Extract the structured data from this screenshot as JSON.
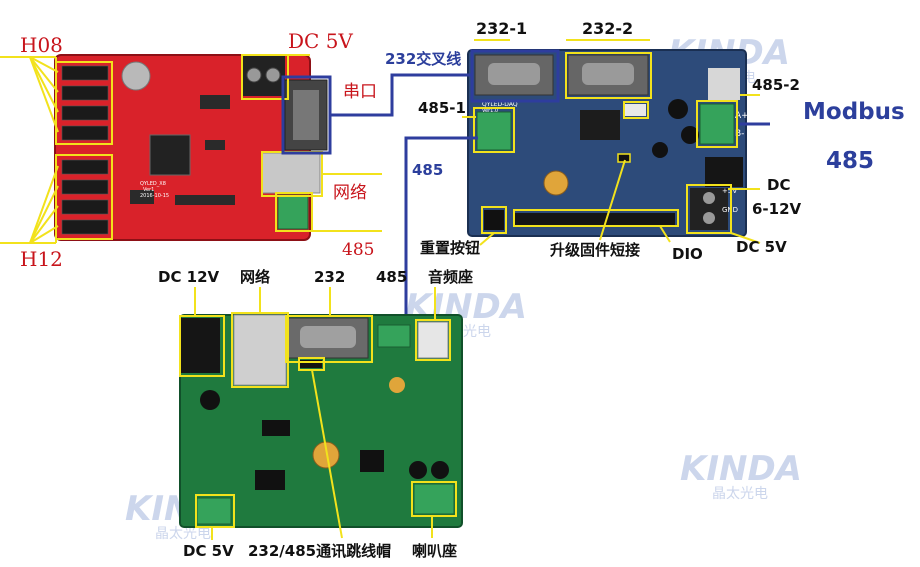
{
  "red_board": {
    "labels": {
      "h08": "H08",
      "h12": "H12",
      "dc5v": "DC 5V",
      "serial": "串口",
      "network": "网络",
      "rs485": "485"
    },
    "silk": [
      "QYLED_X8",
      "Ver1",
      "2016-10-15"
    ]
  },
  "blue_board": {
    "labels": {
      "p232_1": "232-1",
      "p232_2": "232-2",
      "p485_1": "485-1",
      "p485_2": "485-2",
      "dc": "DC",
      "dc_range": "6-12V",
      "dc5v": "DC 5V",
      "dio": "DIO",
      "reset": "重置按钮",
      "firmware": "升级固件短接",
      "plus5v": "+5V",
      "gnd": "GND",
      "a_plus": "A+",
      "b_minus": "B-"
    },
    "silk": [
      "QYLED-DAQ",
      "Ver1.0"
    ]
  },
  "green_board": {
    "labels": {
      "dc12v": "DC 12V",
      "network": "网络",
      "p232": "232",
      "p485": "485",
      "audio": "音频座",
      "dc5v": "DC 5V",
      "jumper": "232/485通讯跳线帽",
      "speaker": "喇叭座"
    }
  },
  "links": {
    "crossover": "232交叉线",
    "modbus": "Modbus",
    "modbus_485": "485",
    "link_485": "485"
  },
  "watermark": {
    "brand": "KINDA",
    "sub": "晶太光电"
  },
  "colors": {
    "link_blue": "#2e3d9e",
    "callout_yellow": "#f2e21c",
    "label_red": "#c8141b",
    "red_pcb": "#d9222a",
    "blue_pcb": "#2d4b7a",
    "green_pcb": "#1f7a3e"
  }
}
